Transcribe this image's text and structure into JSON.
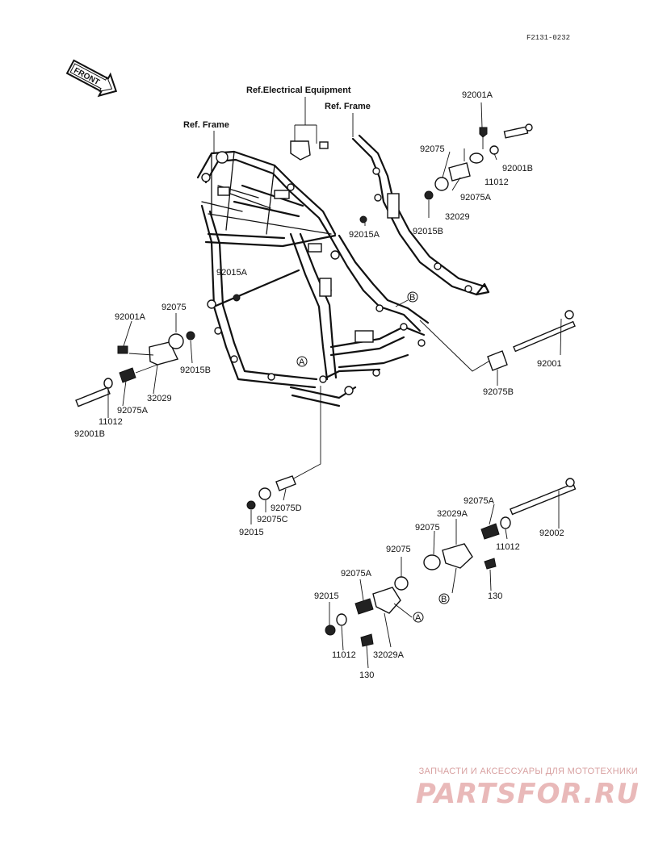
{
  "diagram_code": "F2131-0232",
  "front_arrow": "FRONT",
  "refs": {
    "electrical": "Ref.Electrical Equipment",
    "frame_left": "Ref. Frame",
    "frame_right": "Ref. Frame"
  },
  "callouts": {
    "a": "A",
    "b": "B"
  },
  "labels": {
    "tr_92001A": "92001A",
    "tr_92075": "92075",
    "tr_92001B": "92001B",
    "tr_11012": "11012",
    "tr_92075A": "92075A",
    "tr_32029": "32029",
    "tr_92015B": "92015B",
    "c_92015A_top": "92015A",
    "c_92015A_mid": "92015A",
    "l_92001A": "92001A",
    "l_92075": "92075",
    "l_92015B": "92015B",
    "l_32029": "32029",
    "l_92075A": "92075A",
    "l_11012": "11012",
    "l_92001B": "92001B",
    "r_92001": "92001",
    "r_92075B": "92075B",
    "b_92075D": "92075D",
    "b_92075C": "92075C",
    "b_92015": "92015",
    "br_92075A": "92075A",
    "br_32029A": "32029A",
    "br_92075": "92075",
    "br_11012": "11012",
    "br_92002": "92002",
    "br_130": "130",
    "bl_92075": "92075",
    "bl_92075A": "92075A",
    "bl_92015": "92015",
    "bl_11012": "11012",
    "bl_32029A": "32029A",
    "bl_130": "130"
  },
  "watermark": {
    "tagline": "ЗАПЧАСТИ И АКСЕССУАРЫ ДЛЯ МОТОТЕХНИКИ",
    "brand": "PARTSFOR.RU"
  }
}
